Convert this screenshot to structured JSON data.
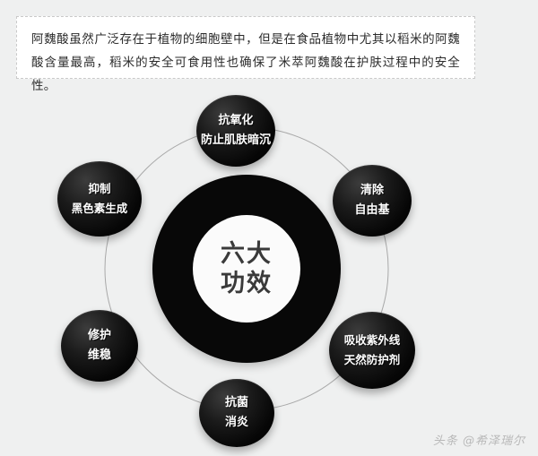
{
  "intro": {
    "text": "阿魏酸虽然广泛存在于植物的细胞壁中，但是在食品植物中尤其以稻米的阿魏酸含量最高，稻米的安全可食用性也确保了米萃阿魏酸在护肤过程中的安全性。"
  },
  "center": {
    "line1": "六大",
    "line2": "功效"
  },
  "bubbles": [
    {
      "position": "top",
      "line1": "抗氧化",
      "line2": "防止肌肤暗沉"
    },
    {
      "position": "right-top",
      "line1": "清除",
      "line2": "自由基"
    },
    {
      "position": "right-bottom",
      "line1": "吸收紫外线",
      "line2": "天然防护剂"
    },
    {
      "position": "bottom",
      "line1": "抗菌",
      "line2": "消炎"
    },
    {
      "position": "left-bottom",
      "line1": "修护",
      "line2": "维稳"
    },
    {
      "position": "left-top",
      "line1": "抑制",
      "line2": "黑色素生成"
    }
  ],
  "watermark": {
    "text": "头条 @希泽瑞尔"
  },
  "colors": {
    "background": "#eff0f0",
    "bubble": "#080808",
    "center_ring": "#080808",
    "center_hole": "#fbfbfb",
    "center_text": "#3a3a3a",
    "bubble_text": "#ffffff",
    "connector_line": "#9b9b9b",
    "intro_border": "#c9c9c9",
    "intro_background": "#ffffff",
    "watermark_text": "#b8b8b8"
  }
}
